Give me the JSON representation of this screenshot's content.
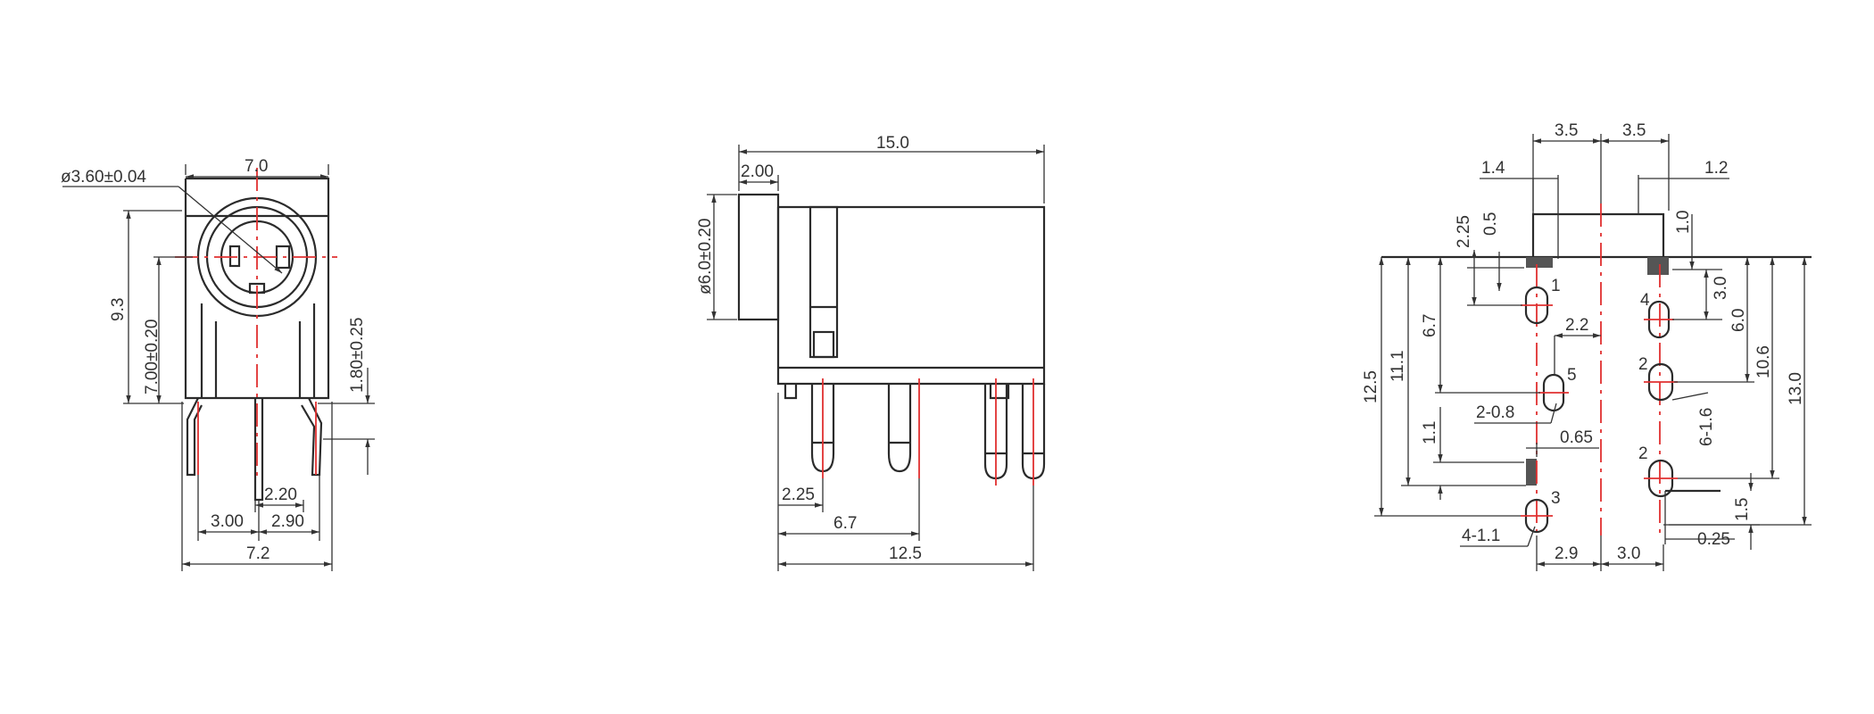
{
  "colors": {
    "outline": "#2b2b2b",
    "centerline": "#e03030",
    "dimension": "#333333",
    "hatch": "#555555"
  },
  "views": {
    "front": {
      "bore_dia": "ø3.60±0.04",
      "width_top": "7.0",
      "height_total": "9.3",
      "height_center": "7.00±0.20",
      "pin_length": "1.80±0.25",
      "pin_offset": "2.20",
      "pitch_left": "3.00",
      "pitch_right": "2.90",
      "width_bottom": "7.2"
    },
    "side": {
      "length_total": "15.0",
      "flange": "2.00",
      "bore_dia": "ø6.0±0.20",
      "pin_first": "2.25",
      "pin_mid": "6.7",
      "pin_last": "12.5"
    },
    "footprint": {
      "half_left": "3.5",
      "half_right": "3.5",
      "pad_left": "1.4",
      "pad_right": "1.2",
      "offset_225": "2.25",
      "offset_05": "0.5",
      "offset_10": "1.0",
      "offset_30": "3.0",
      "height_67": "6.7",
      "height_60": "6.0",
      "height_111": "11.1",
      "height_106": "10.6",
      "height_125": "12.5",
      "height_130": "13.0",
      "gap_22": "2.2",
      "slot_5": "2-0.8",
      "gap_065": "0.65",
      "slot_6": "6-1.6",
      "height_11": "1.1",
      "height_15": "1.5",
      "hole_4": "4-1.1",
      "bottom_29": "2.9",
      "bottom_30": "3.0",
      "bottom_025": "0.25",
      "pin_labels": [
        "1",
        "4",
        "5",
        "2",
        "2",
        "3"
      ]
    }
  }
}
